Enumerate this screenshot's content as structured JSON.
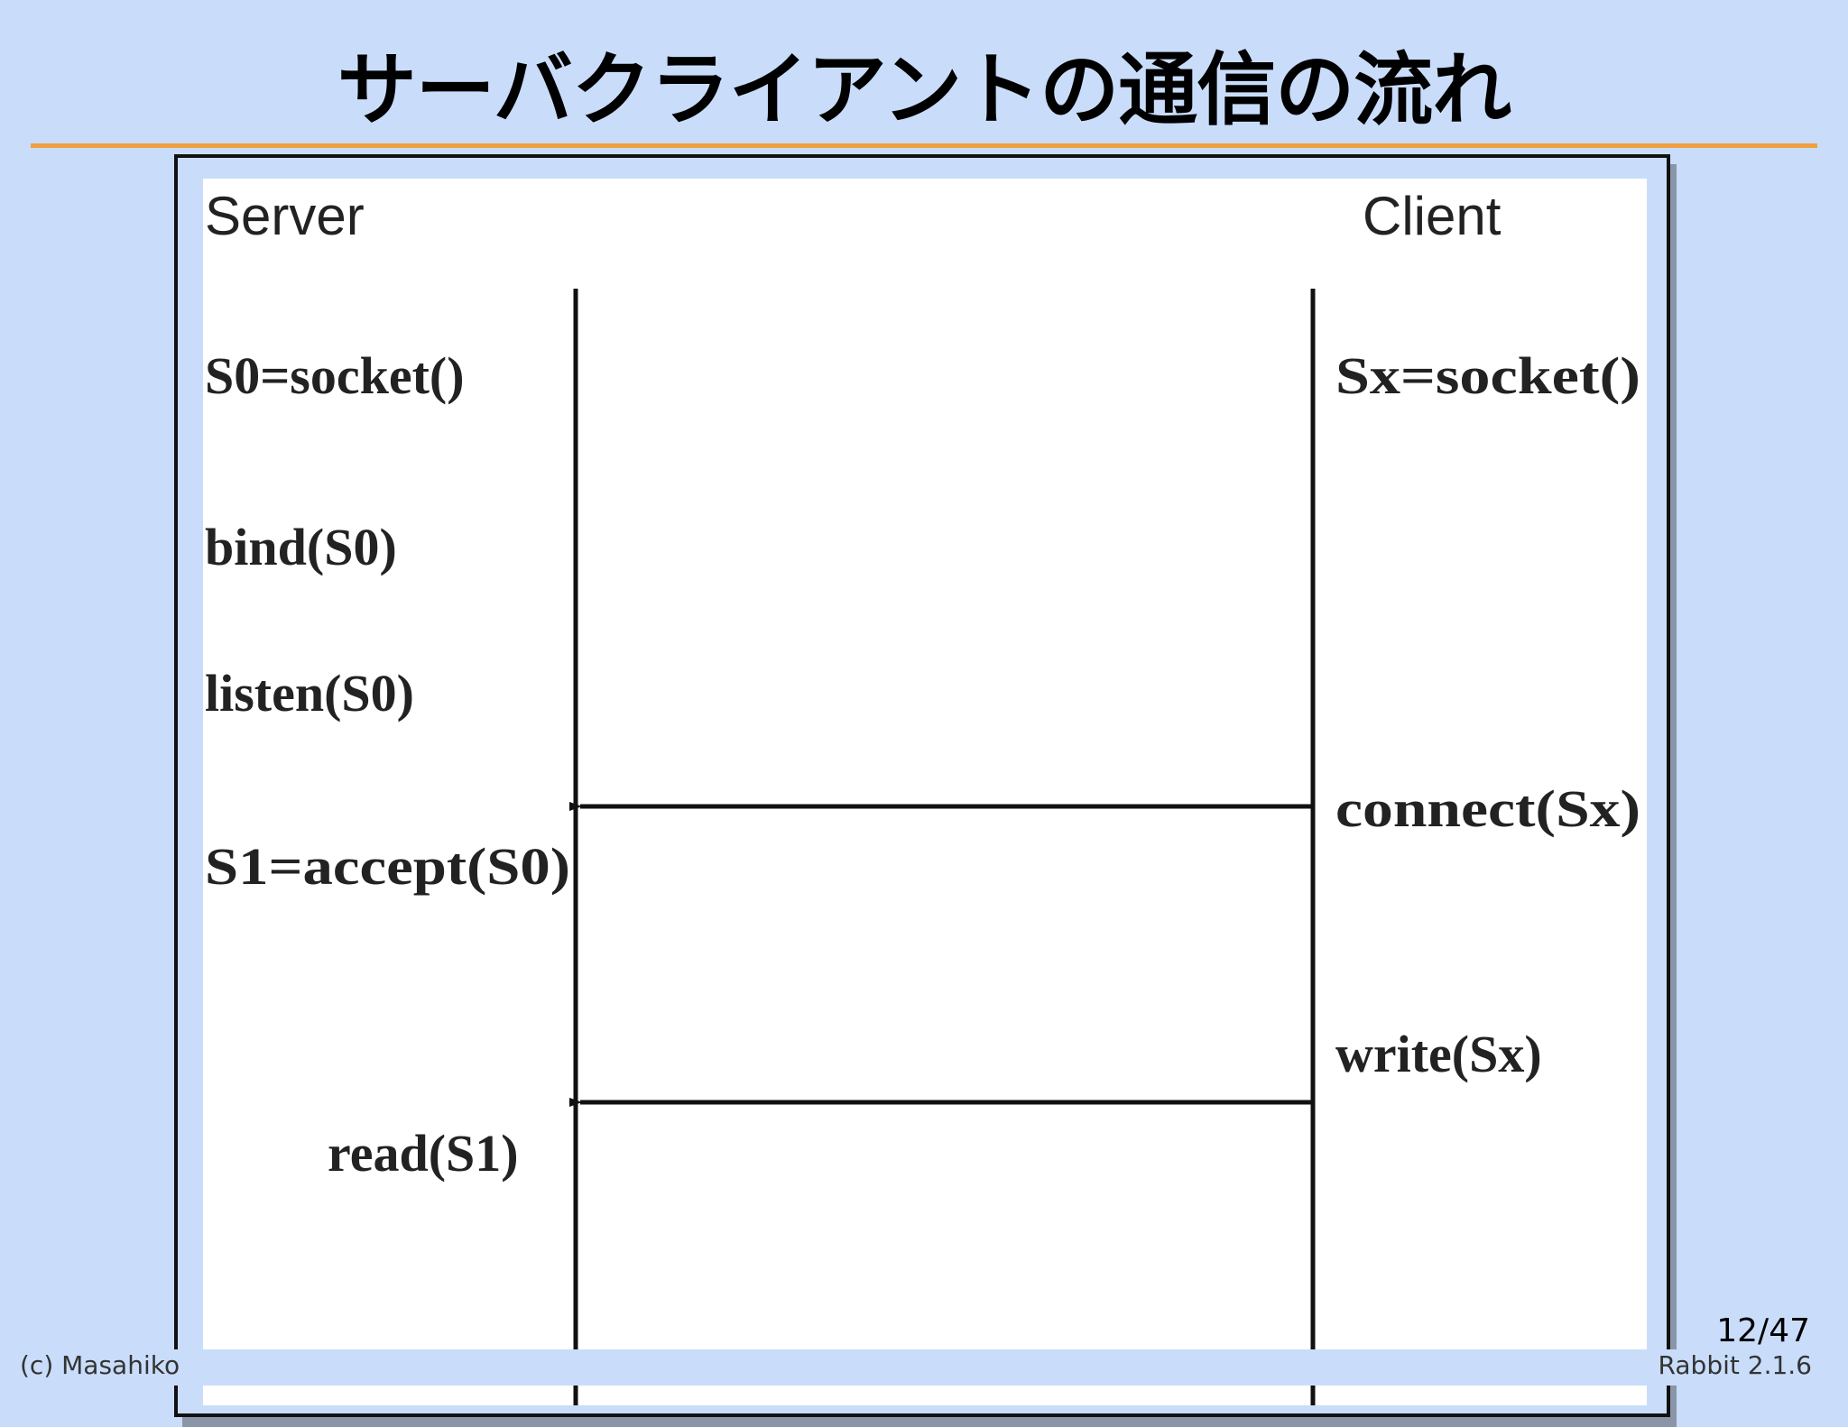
{
  "slide": {
    "title": "サーバクライアントの通信の流れ",
    "page_number": "12/47",
    "footer_left": "(c) Masahiko",
    "footer_right": "Rabbit 2.1.6"
  },
  "diagram": {
    "server_heading": "Server",
    "client_heading": "Client",
    "server_calls": [
      {
        "id": "s0-socket",
        "label": "S0=socket()"
      },
      {
        "id": "bind",
        "label": "bind(S0)"
      },
      {
        "id": "listen",
        "label": "listen(S0)"
      },
      {
        "id": "accept",
        "label": "S1=accept(S0)"
      },
      {
        "id": "read",
        "label": "read(S1)"
      }
    ],
    "client_calls": [
      {
        "id": "sx-socket",
        "label": "Sx=socket()"
      },
      {
        "id": "connect",
        "label": "connect(Sx)"
      },
      {
        "id": "write",
        "label": "write(Sx)"
      }
    ],
    "messages": [
      {
        "from": "client",
        "to": "server",
        "from_call": "connect"
      },
      {
        "from": "client",
        "to": "server",
        "from_call": "write"
      }
    ]
  },
  "colors": {
    "background": "#c9ddfa",
    "title_rule": "#f0a040",
    "diagram_bg": "#ffffff",
    "ink": "#111111"
  }
}
